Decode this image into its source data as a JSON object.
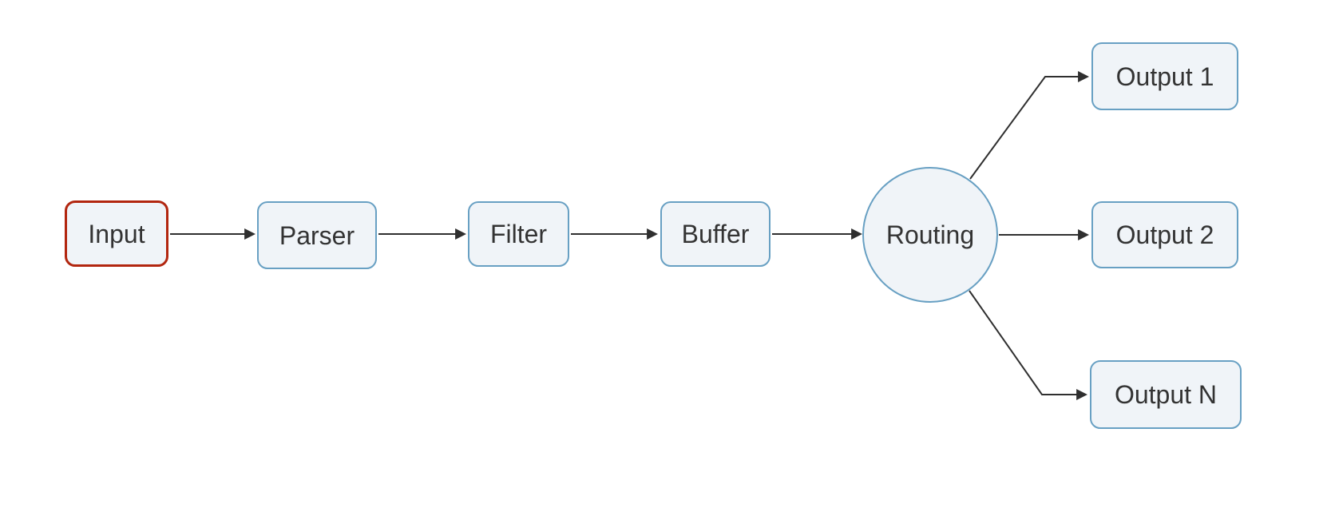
{
  "diagram": {
    "type": "flowchart",
    "direction": "left-to-right",
    "background": "#ffffff",
    "colors": {
      "node_fill": "#f0f4f8",
      "node_stroke": "#68a0c3",
      "input_stroke": "#b2260f",
      "edge_stroke": "#2f2f2f",
      "label_color": "#333333"
    },
    "nodes": [
      {
        "id": "input",
        "label": "Input",
        "shape": "rounded-rect",
        "emphasis": "red-border"
      },
      {
        "id": "parser",
        "label": "Parser",
        "shape": "rounded-rect",
        "emphasis": "none"
      },
      {
        "id": "filter",
        "label": "Filter",
        "shape": "rounded-rect",
        "emphasis": "none"
      },
      {
        "id": "buffer",
        "label": "Buffer",
        "shape": "rounded-rect",
        "emphasis": "none"
      },
      {
        "id": "routing",
        "label": "Routing",
        "shape": "circle",
        "emphasis": "none"
      },
      {
        "id": "output1",
        "label": "Output 1",
        "shape": "rounded-rect",
        "emphasis": "none"
      },
      {
        "id": "output2",
        "label": "Output 2",
        "shape": "rounded-rect",
        "emphasis": "none"
      },
      {
        "id": "outputn",
        "label": "Output N",
        "shape": "rounded-rect",
        "emphasis": "none"
      }
    ],
    "edges": [
      {
        "from": "input",
        "to": "parser"
      },
      {
        "from": "parser",
        "to": "filter"
      },
      {
        "from": "filter",
        "to": "buffer"
      },
      {
        "from": "buffer",
        "to": "routing"
      },
      {
        "from": "routing",
        "to": "output1"
      },
      {
        "from": "routing",
        "to": "output2"
      },
      {
        "from": "routing",
        "to": "outputn"
      }
    ]
  }
}
